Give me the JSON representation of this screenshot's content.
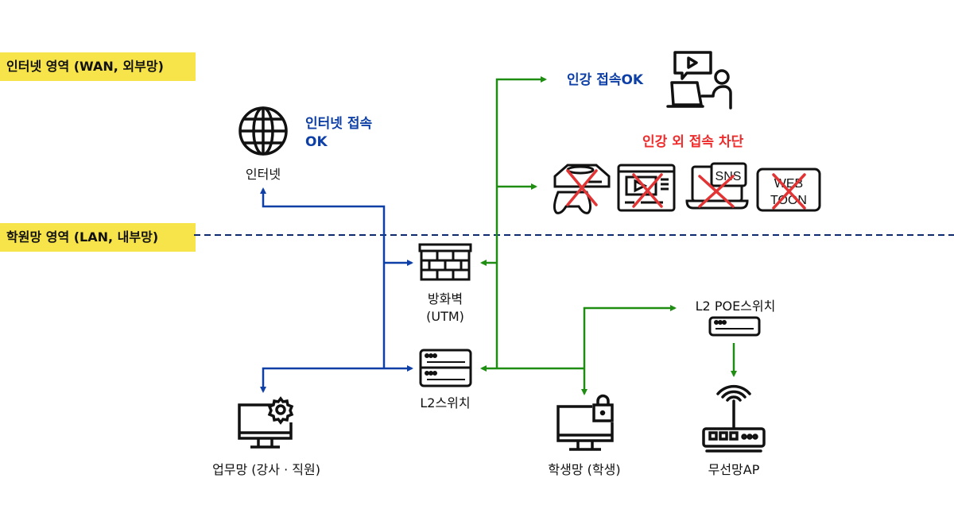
{
  "zones": {
    "wan": "인터넷 영역 (WAN, 외부망)",
    "lan": "학원망 영역 (LAN, 내부망)"
  },
  "nodes": {
    "internet": {
      "label": "인터넷",
      "icon": "globe-icon"
    },
    "firewall": {
      "label_line1": "방화벽",
      "label_line2": "(UTM)",
      "icon": "brick-wall-icon"
    },
    "l2_switch": {
      "label": "L2스위치",
      "icon": "switch-stack-icon"
    },
    "poe_switch": {
      "label": "L2 POE스위치",
      "icon": "switch-icon"
    },
    "staff_net": {
      "label": "업무망 (강사 · 직원)",
      "icon": "monitor-gear-icon"
    },
    "student_net": {
      "label": "학생망 (학생)",
      "icon": "monitor-lock-icon"
    },
    "wireless_ap": {
      "label": "무선망AP",
      "icon": "wifi-router-icon"
    },
    "lecture": {
      "icon": "online-lecture-icon"
    }
  },
  "annotations": {
    "internet_ok_line1": "인터넷 접속",
    "internet_ok_line2": "OK",
    "lecture_ok": "인강 접속OK",
    "blocked_title": "인강 외 접속 차단"
  },
  "blocked_items": [
    {
      "name": "game",
      "icon": "game-console-icon"
    },
    {
      "name": "video",
      "icon": "video-player-icon"
    },
    {
      "name": "sns",
      "icon": "sns-laptop-icon",
      "text": "SNS"
    },
    {
      "name": "webtoon",
      "icon": "webtoon-icon",
      "text_line1": "WEB",
      "text_line2": "TOON"
    }
  ],
  "colors": {
    "staff_path": "#0d3fa6",
    "student_path": "#1f8c12",
    "blocked_cross": "#e23434",
    "zone_highlight": "#f7e34a",
    "divider": "#0d2a6e"
  }
}
